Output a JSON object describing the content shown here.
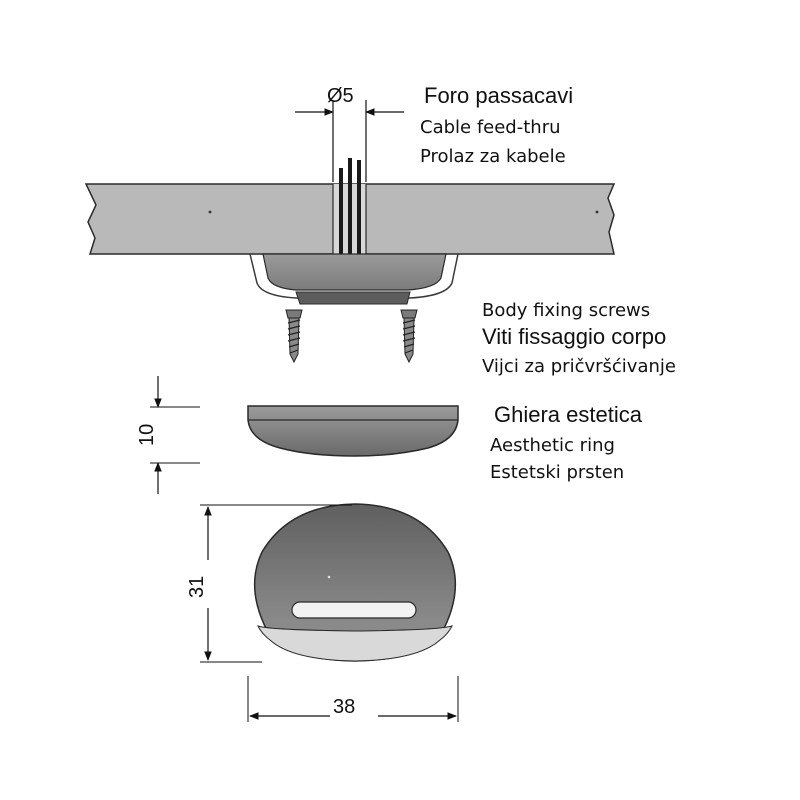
{
  "dimensions": {
    "hole_diameter": "Ø5",
    "ring_height": "10",
    "cover_height": "31",
    "cover_width": "38"
  },
  "labels": {
    "cable_hole": {
      "it": "Foro passacavi",
      "en": "Cable feed-thru",
      "hr": "Prolaz za kabele"
    },
    "fixing_screws": {
      "en": "Body fixing screws",
      "it": "Viti fissaggio corpo",
      "hr": "Vijci za pričvršćivanje"
    },
    "aesthetic_ring": {
      "it": "Ghiera estetica",
      "en": "Aesthetic ring",
      "hr": "Estetski prsten"
    }
  },
  "colors": {
    "panel": "#b9b9b9",
    "body": "#8e8e8e",
    "dark_part": "#6e6e6e",
    "outline": "#2a2a2a",
    "cover_dark": "#676767",
    "cover_light": "#d6d6d6"
  }
}
